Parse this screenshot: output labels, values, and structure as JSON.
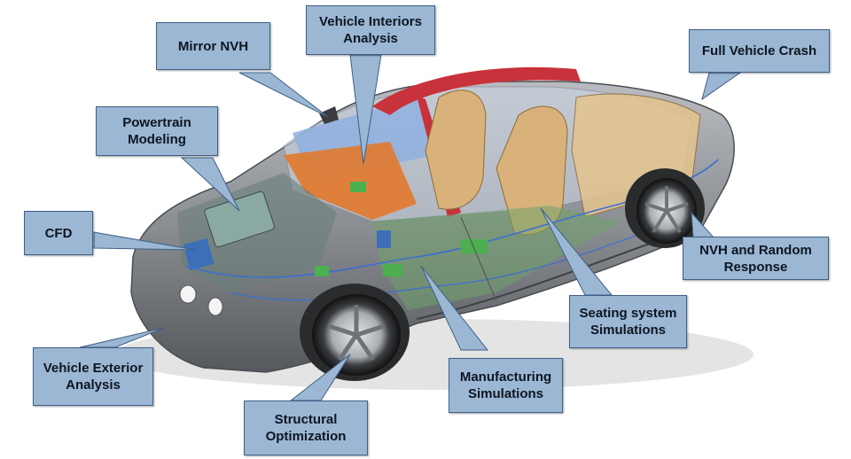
{
  "colors": {
    "callout_fill": "#9bb7d4",
    "callout_border": "#3f5f86",
    "car_body": "#8a8d92",
    "interior_blue": "#8fb0e0",
    "seat_tan": "#d8b27a",
    "frame_red": "#c8323a",
    "dash_orange": "#e2792c",
    "floor_green": "#6fa36a"
  },
  "callouts": [
    {
      "id": "mirror-nvh",
      "label": "Mirror NVH"
    },
    {
      "id": "vehicle-interiors",
      "label": "Vehicle Interiors\nAnalysis"
    },
    {
      "id": "full-vehicle-crash",
      "label": "Full Vehicle Crash"
    },
    {
      "id": "powertrain",
      "label": "Powertrain\nModeling"
    },
    {
      "id": "cfd",
      "label": "CFD"
    },
    {
      "id": "nvh-random",
      "label": "NVH and Random\nResponse"
    },
    {
      "id": "seating",
      "label": "Seating system\nSimulations"
    },
    {
      "id": "vehicle-exterior",
      "label": "Vehicle Exterior\nAnalysis"
    },
    {
      "id": "manufacturing",
      "label": "Manufacturing\nSimulations"
    },
    {
      "id": "structural",
      "label": "Structural\nOptimization"
    }
  ]
}
